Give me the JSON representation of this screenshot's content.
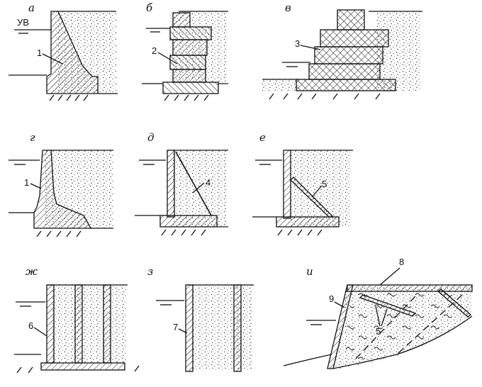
{
  "panel_labels": {
    "a": "а",
    "b": "б",
    "v": "в",
    "g": "г",
    "d": "д",
    "e": "е",
    "zh": "ж",
    "z": "з",
    "i": "и"
  },
  "water_level_label": "УВ",
  "callouts": {
    "a_1": "1",
    "b_2": "2",
    "v_3": "3",
    "g_1": "1",
    "d_4": "4",
    "e_5": "5",
    "zh_6": "6",
    "z_7": "7",
    "i_8": "8",
    "i_9": "9",
    "i_5": "5"
  }
}
